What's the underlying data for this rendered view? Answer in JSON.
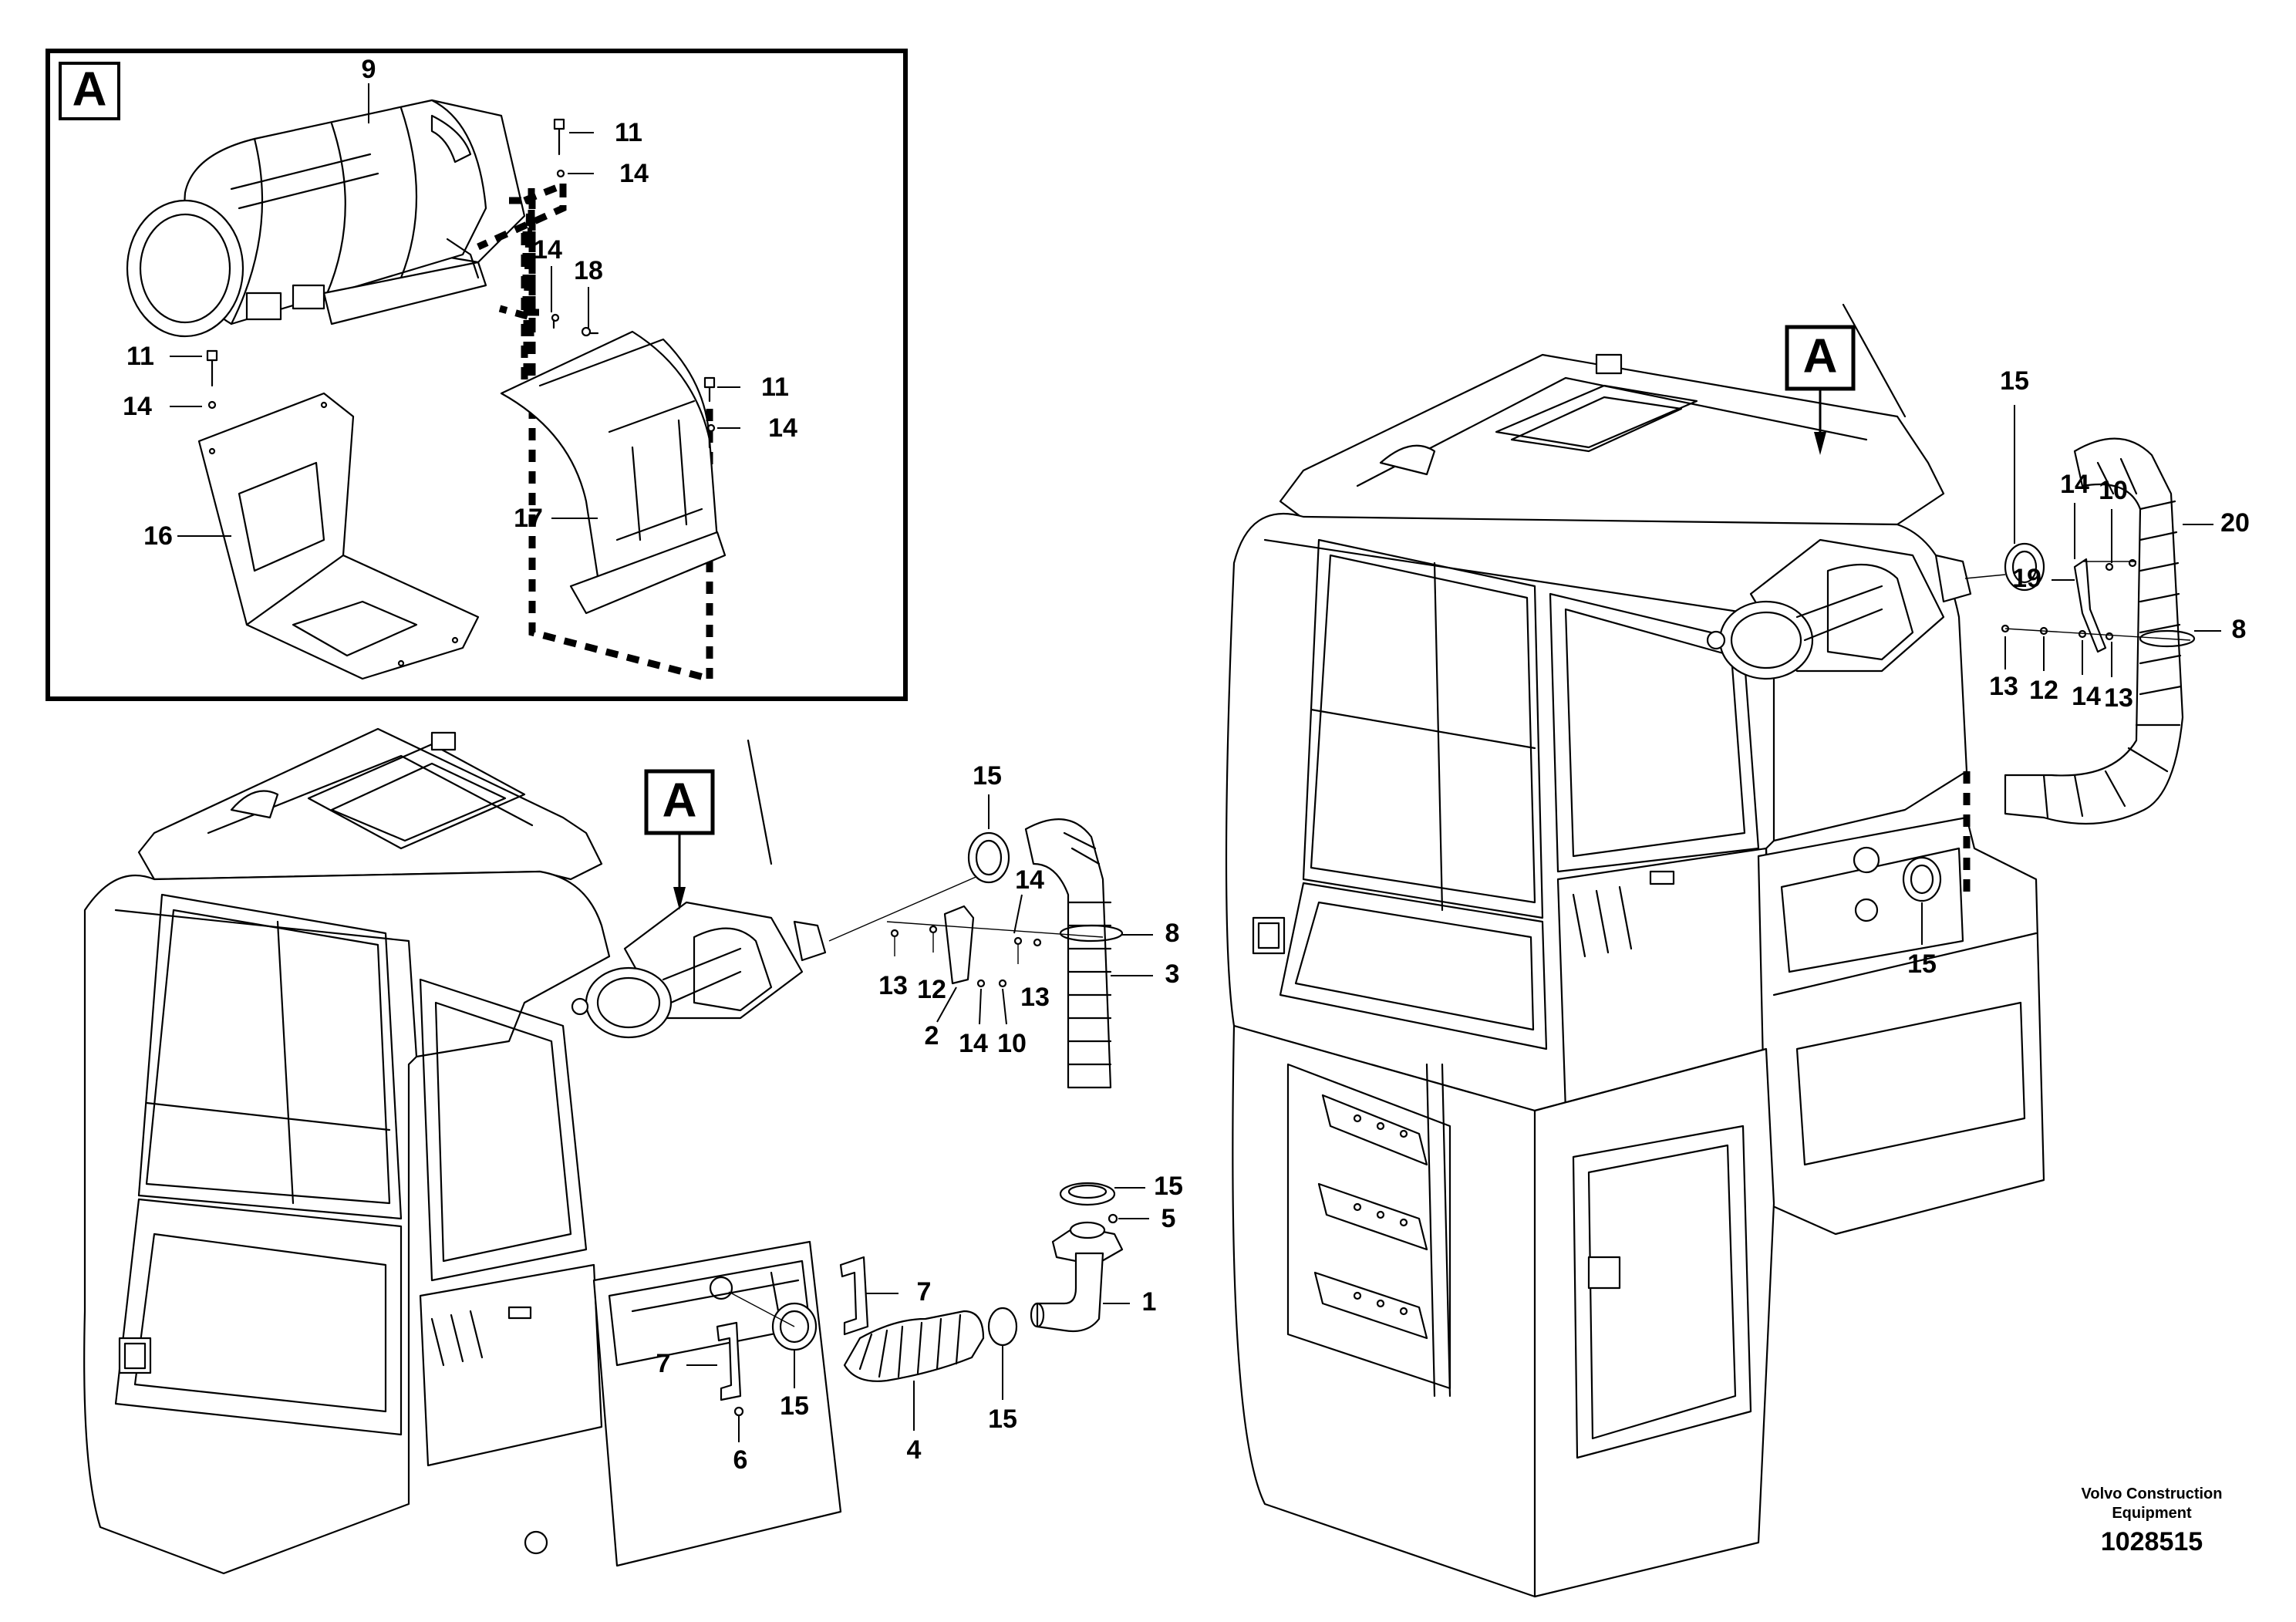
{
  "diagram": {
    "detail_letter": "A",
    "labels": {
      "d9": "9",
      "d11a": "11",
      "d14a": "14",
      "d14b": "14",
      "d18": "18",
      "d11b": "11",
      "d14c": "14",
      "d11c": "11",
      "d14d": "14",
      "d16": "16",
      "d17": "17",
      "L15a": "15",
      "L14": "14",
      "L8": "8",
      "L3": "3",
      "L13a": "13",
      "L12": "12",
      "L13b": "13",
      "L2": "2",
      "L14b": "14",
      "L10": "10",
      "L15b": "15",
      "L5": "5",
      "L7a": "7",
      "L1": "1",
      "L7b": "7",
      "L15c": "15",
      "L15d": "15",
      "L6": "6",
      "L4": "4",
      "R15a": "15",
      "R20": "20",
      "R14": "14",
      "R10": "10",
      "R19": "19",
      "R8": "8",
      "R13a": "13",
      "R12": "12",
      "R14b": "14",
      "R13b": "13",
      "R15b": "15"
    }
  },
  "footer": {
    "brand_line1": "Volvo Construction",
    "brand_line2": "Equipment",
    "drawing_number": "1028515"
  }
}
